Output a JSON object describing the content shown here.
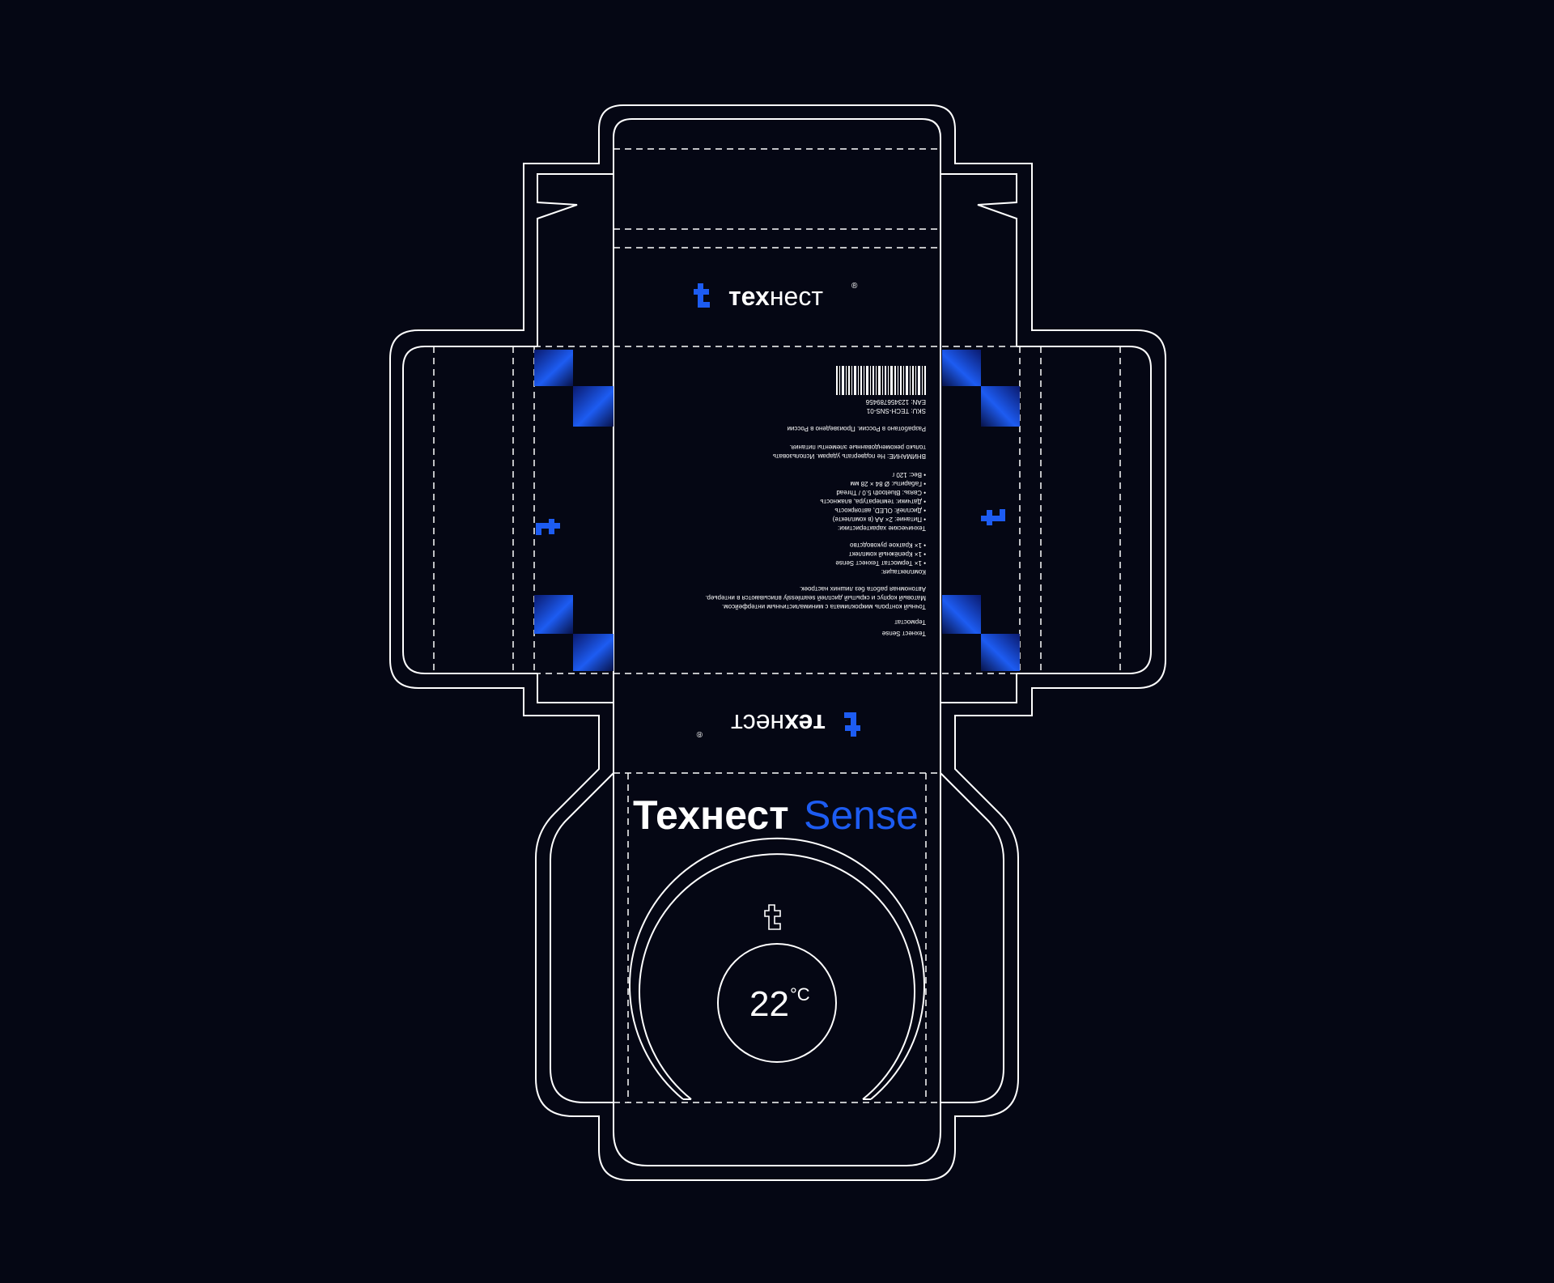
{
  "brand": {
    "name_bold": "тех",
    "name_regular": "нест",
    "registered_mark": "®"
  },
  "product": {
    "title_main": "Технест",
    "title_accent": "Sense",
    "temperature_value": "22",
    "temperature_unit": "°C"
  },
  "back_panel": {
    "product_name": "Технест Sense",
    "product_type": "Термостат",
    "description_lines": [
      "Точный контроль микроклимата с минималистичным интерфейсом.",
      "Матовый корпус и скрытый дисплей seamlessly вписываются в интерьер.",
      "Автономная работа без лишних настроек."
    ],
    "contents_heading": "Комплектация:",
    "contents_items": [
      "• 1× Термостат Технест Sense",
      "• 1× Крепёжный комплект",
      "• 1× Краткое руководство"
    ],
    "specs_heading": "Технические характеристики:",
    "specs_items": [
      "• Питание: 2× AA (в комплекте)",
      "• Дисплей: OLED, автояркость",
      "• Датчики: температура, влажность",
      "• Связь: Bluetooth 5.0 / Thread",
      "• Габариты: Ø 84 × 28 мм",
      "• Вес: 120 г"
    ],
    "warning_lines": [
      "ВНИМАНИЕ: Не подвергать ударам. Использовать",
      "только рекомендованные элементы питания."
    ],
    "origin": "Разработано в России. Произведено в России",
    "sku": "SKU: TECH-SNS-01",
    "ean": "EAN: 123456789456"
  },
  "colors": {
    "background": "#050714",
    "line": "#ffffff",
    "accent_blue": "#1d5cf2",
    "deep_blue": "#0a1a6e"
  },
  "icons": {
    "logo": "brand-t-icon",
    "barcode": "barcode-icon",
    "corner_squares": "gradient-square-icon"
  }
}
